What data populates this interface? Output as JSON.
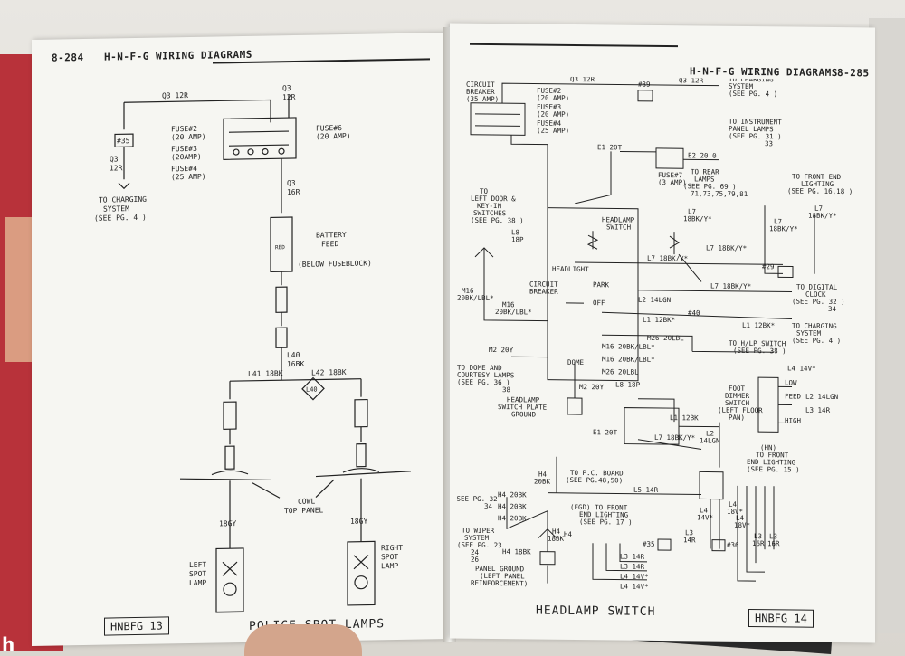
{
  "left_page": {
    "page_number": "8-284",
    "header": "H-N-F-G WIRING DIAGRAMS",
    "footer_code": "HNBFG 13",
    "footer_title": "POLICE SPOT LAMPS",
    "labels": {
      "q3_top": "Q3 12R",
      "q3_12r": "Q3",
      "q3_12r_b": "12R",
      "conn35": "#35",
      "q3_left": "Q3",
      "q3_left_b": "12R",
      "to_charging": "TO CHARGING",
      "to_charging_b": "SYSTEM",
      "to_charging_c": "(SEE PG. 4 )",
      "fuse2": "FUSE#2",
      "fuse2_b": "(20 AMP)",
      "fuse3": "FUSE#3",
      "fuse3_b": "(20AMP)",
      "fuse4": "FUSE#4",
      "fuse4_b": "(25 AMP)",
      "fuse6": "FUSE#6",
      "fuse6_b": "(20 AMP)",
      "q3_16r": "Q3",
      "q3_16r_b": "16R",
      "battery": "BATTERY",
      "battery_b": "FEED",
      "below": "(BELOW FUSEBLOCK)",
      "red": "RED",
      "l40": "L40",
      "l40_b": "16BK",
      "l41": "L41 18BK",
      "l42": "L42 18BK",
      "l40_tag": "L40",
      "cowl": "COWL",
      "cowl_b": "TOP PANEL",
      "gy_left": "18GY",
      "gy_right": "18GY",
      "left_lamp": "LEFT",
      "left_lamp_b": "SPOT",
      "left_lamp_c": "LAMP",
      "right_lamp": "RIGHT",
      "right_lamp_b": "SPOT",
      "right_lamp_c": "LAMP"
    }
  },
  "right_page": {
    "page_number": "8-285",
    "header": "H-N-F-G WIRING DIAGRAMS",
    "footer_code": "HNBFG 14",
    "footer_title": "HEADLAMP SWITCH",
    "labels": {
      "cb": "CIRCUIT",
      "cb_b": "BREAKER",
      "cb_c": "(35 AMP)",
      "q3_top": "Q3 12R",
      "conn39": "#39",
      "q3_right": "Q3 12R",
      "to_charging": "TO CHARGING",
      "to_charging_b": "SYSTEM",
      "to_charging_c": "(SEE PG. 4 )",
      "fuse2": "FUSE#2",
      "fuse2_b": "(20 AMP)",
      "fuse3": "FUSE#3",
      "fuse3_b": "(20 AMP)",
      "fuse4": "FUSE#4",
      "fuse4_b": "(25 AMP)",
      "to_instr": "TO INSTRUMENT",
      "to_instr_b": "PANEL LAMPS",
      "to_instr_c": "(SEE PG. 31 )",
      "to_instr_d": "33",
      "e1_top": "E1 20T",
      "e2": "E2 20 0",
      "fuse7": "FUSE#7",
      "fuse7_b": "(3 AMP)",
      "to_rear": "TO REAR",
      "to_rear_b": "LAMPS",
      "to_rear_c": "(SEE PG. 69 )",
      "to_rear_d": "71,73,75,79,81",
      "to_front": "TO FRONT END",
      "to_front_b": "LIGHTING",
      "to_front_c": "(SEE PG. 16,18 )",
      "to_left_door": "TO",
      "to_left_door_b": "LEFT DOOR &",
      "to_left_door_c": "KEY-IN",
      "to_left_door_d": "SWITCHES",
      "to_left_door_e": "(SEE PG. 38 )",
      "l8": "L8",
      "l8_b": "18P",
      "headlamp_sw": "HEADLAMP",
      "headlamp_sw_b": "SWITCH",
      "l7_a": "L7",
      "l7_a_b": "18BK/Y*",
      "l7_main": "L7 18BK/Y*",
      "l7_main2": "L7 18BK/Y*",
      "l7_r": "L7",
      "l7_r_b": "18BK/Y*",
      "l7_r2": "L7",
      "l7_r2_b": "18BK/Y*",
      "conn29": "#29",
      "l7_dig": "L7 18BK/Y*",
      "to_digital": "TO DIGITAL",
      "to_digital_b": "CLOCK",
      "to_digital_c": "(SEE PG. 32 )",
      "to_digital_d": "34",
      "headlight": "HEADLIGHT",
      "cb2": "CIRCUIT",
      "cb2_b": "BREAKER",
      "m16_a": "M16",
      "m16_a_b": "20BK/LBL*",
      "m16_b": "M16",
      "m16_b_b": "20BK/LBL*",
      "l2_14lgn": "L2 14LGN",
      "park": "PARK",
      "off": "OFF",
      "conn40": "#40",
      "l1_a": "L1 12BK*",
      "l1_b": "L1 12BK*",
      "to_charging2": "TO CHARGING",
      "to_charging2_b": "SYSTEM",
      "to_charging2_c": "(SEE PG. 4 )",
      "m26_a": "M26 20LBL",
      "to_hlp": "TO H/LP SWITCH",
      "to_hlp_b": "(SEE PG. 38 )",
      "m2_20y": "M2 20Y",
      "m16_c": "M16 20BK/LBL*",
      "m16_d": "M16 20BK/LBL*",
      "m26_b": "M26 20LBL",
      "dome": "DOME",
      "to_dome": "TO DOME AND",
      "to_dome_b": "COURTESY LAMPS",
      "to_dome_c": "(SEE PG. 36 )",
      "to_dome_d": "38",
      "m2_b": "M2 20Y",
      "l8_18p": "L8 18P",
      "hs_ground": "HEADLAMP",
      "hs_ground_b": "SWITCH PLATE",
      "hs_ground_c": "GROUND",
      "l1_12bk": "L1 12BK",
      "e1_b": "E1 20T",
      "l7_bot": "L7 18BK/Y*",
      "foot": "FOOT",
      "foot_b": "DIMMER",
      "foot_c": "SWITCH",
      "foot_d": "(LEFT FLOOR",
      "foot_e": "PAN)",
      "l4_14v": "L4 14V*",
      "low": "LOW",
      "feed": "FEED",
      "l2_14lgn_b": "L2 14LGN",
      "l3_14r": "L3 14R",
      "high": "HIGH",
      "l2_vert": "L2",
      "l2_vert_b": "14LGN",
      "hn": "(HN)",
      "hn_b": "TO FRONT",
      "hn_c": "END LIGHTING",
      "hn_d": "(SEE PG. 15 )",
      "h4_20bk": "H4",
      "h4_20bk_b": "20BK",
      "to_pc": "TO P.C. BOARD",
      "to_pc_b": "(SEE PG.48,50)",
      "l5_14r": "L5 14R",
      "see_pg32": "(SEE PG. 32",
      "see_pg32_b": "34",
      "h4_a": "H4 20BK",
      "h4_b": "H4 20BK",
      "h4_c": "H4 20BK",
      "fgd": "(FGD) TO FRONT",
      "fgd_b": "END LIGHTING",
      "fgd_c": "(SEE PG. 17 )",
      "h4_18bk": "H4",
      "h4_18bk_b": "18BK",
      "h4_tag": "H4",
      "to_wiper": "TO WIPER",
      "to_wiper_b": "SYSTEM",
      "to_wiper_c": "(SEE PG. 23",
      "to_wiper_d": "24",
      "to_wiper_e": "26",
      "h4_18bk_c": "H4 18BK",
      "panel_ground": "PANEL GROUND",
      "panel_ground_b": "(LEFT PANEL",
      "panel_ground_c": "REINFORCEMENT)",
      "conn35": "#35",
      "conn36": "#36",
      "l3_14r_a": "L3 14R",
      "l3_14r_b": "L3 14R",
      "l4_14v_a": "L4 14V*",
      "l4_14v_b": "L4 14V*",
      "l4_14v_c": "L4",
      "l4_14v_c_b": "14V*",
      "l3_14r_c": "L3",
      "l3_14r_c_b": "14R",
      "l4_18v_a": "L4",
      "l4_18v_a_b": "18V*",
      "l4_18v_b": "L4",
      "l4_18v_b_b": "18V*",
      "l3_16r_a": "L3",
      "l3_16r_a_b": "16R",
      "l3_16r_b": "L3",
      "l3_16r_b_b": "16R"
    }
  },
  "cover": {
    "fragment": "h"
  }
}
